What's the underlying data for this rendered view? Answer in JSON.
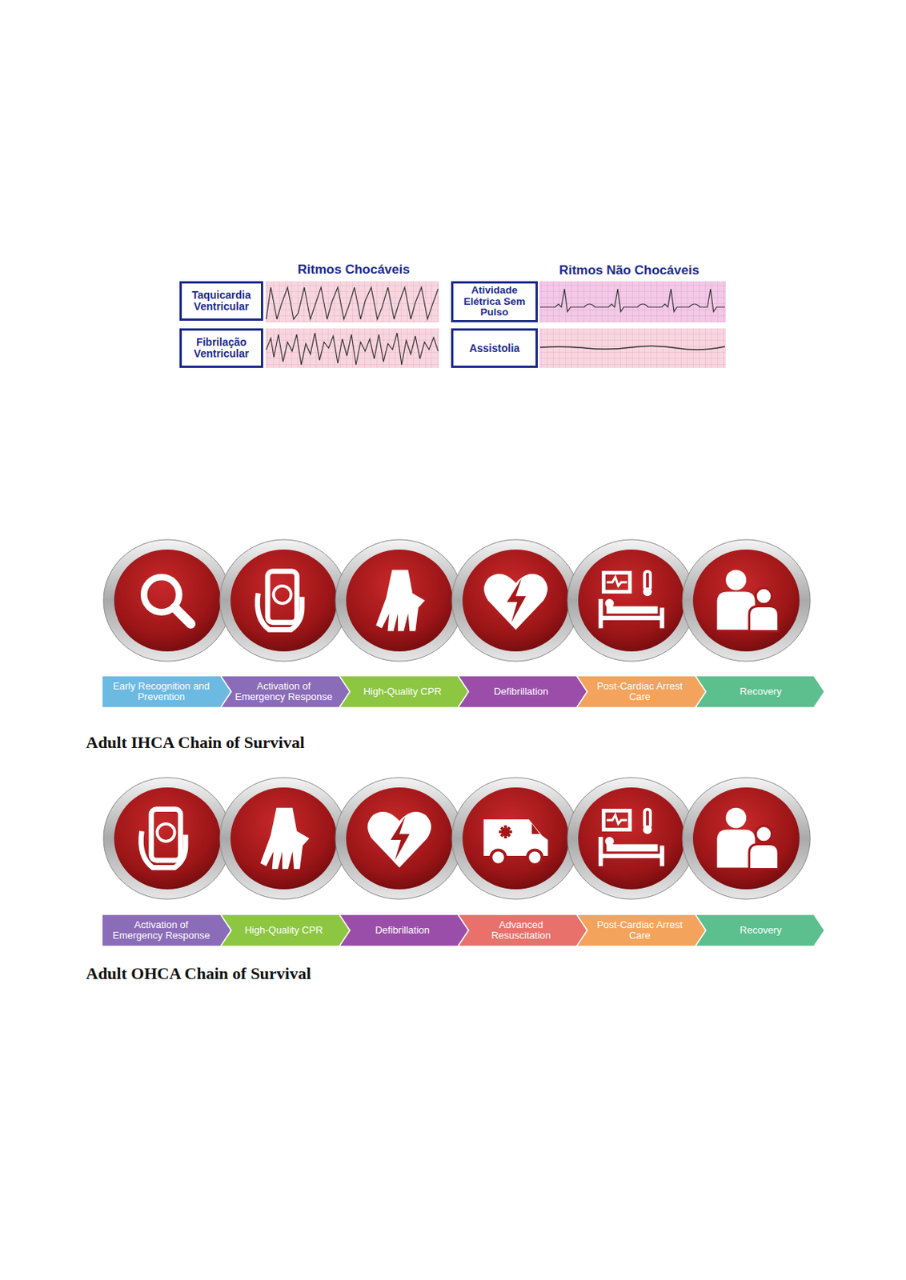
{
  "diagram": {
    "nodes": [
      {
        "text": [
          "Taquicardia Ventricular"
        ]
      },
      {
        "text": [
          "Fibrilação Ventricular"
        ]
      },
      {
        "text": [
          "Atividade Elétrica Sem Pulso"
        ]
      },
      {
        "text": [
          "Assistolia"
        ]
      },
      {
        "text": [
          "Early Recognition and Prevention"
        ]
      },
      {
        "text": [
          "Activation of Emergency Response"
        ]
      },
      {
        "text": [
          "High-Quality CPR"
        ]
      },
      {
        "text": [
          "Defibrillation"
        ]
      },
      {
        "text": [
          "Post-Cardiac Arrest Care"
        ]
      },
      {
        "text": [
          "Recovery"
        ]
      },
      {
        "text": [
          "Activation of Emergency Response"
        ]
      },
      {
        "text": [
          "High-Quality CPR"
        ]
      },
      {
        "text": [
          "Defibrillation"
        ]
      },
      {
        "text": [
          "Advanced Resuscitation"
        ]
      },
      {
        "text": [
          "Post-Cardiac Arrest Care"
        ]
      },
      {
        "text": [
          "Recovery"
        ]
      }
    ],
    "labels": [
      "Ritmos Chocáveis",
      "Ritmos Não Chocáveis",
      "Adult IHCA Chain of Survival",
      "Adult OHCA Chain of Survival"
    ]
  }
}
